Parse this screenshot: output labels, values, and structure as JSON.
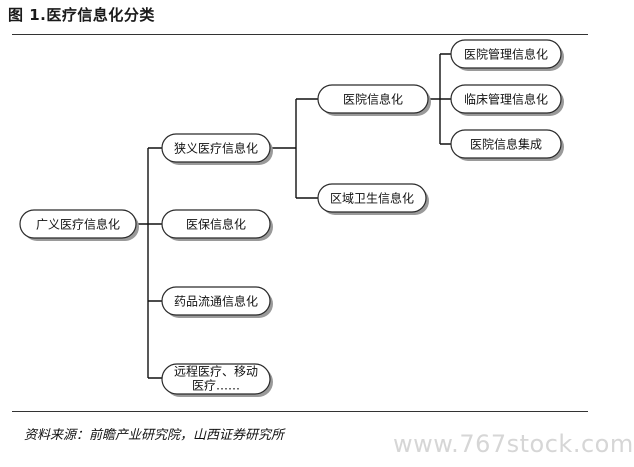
{
  "header": {
    "title": "图 1.医疗信息化分类"
  },
  "footer": {
    "source": "资料来源：前瞻产业研究院，山西证券研究所",
    "watermark": "www.767stock.com"
  },
  "nodes": {
    "root": "广义医疗信息化",
    "narrow": "狭义医疗信息化",
    "insurance": "医保信息化",
    "pharma": "药品流通信息化",
    "remote_line1": "远程医疗、移动",
    "remote_line2": "医疗……",
    "hospital": "医院信息化",
    "regional": "区域卫生信息化",
    "hospital_mgmt": "医院管理信息化",
    "clinical_mgmt": "临床管理信息化",
    "hospital_integration": "医院信息集成"
  }
}
